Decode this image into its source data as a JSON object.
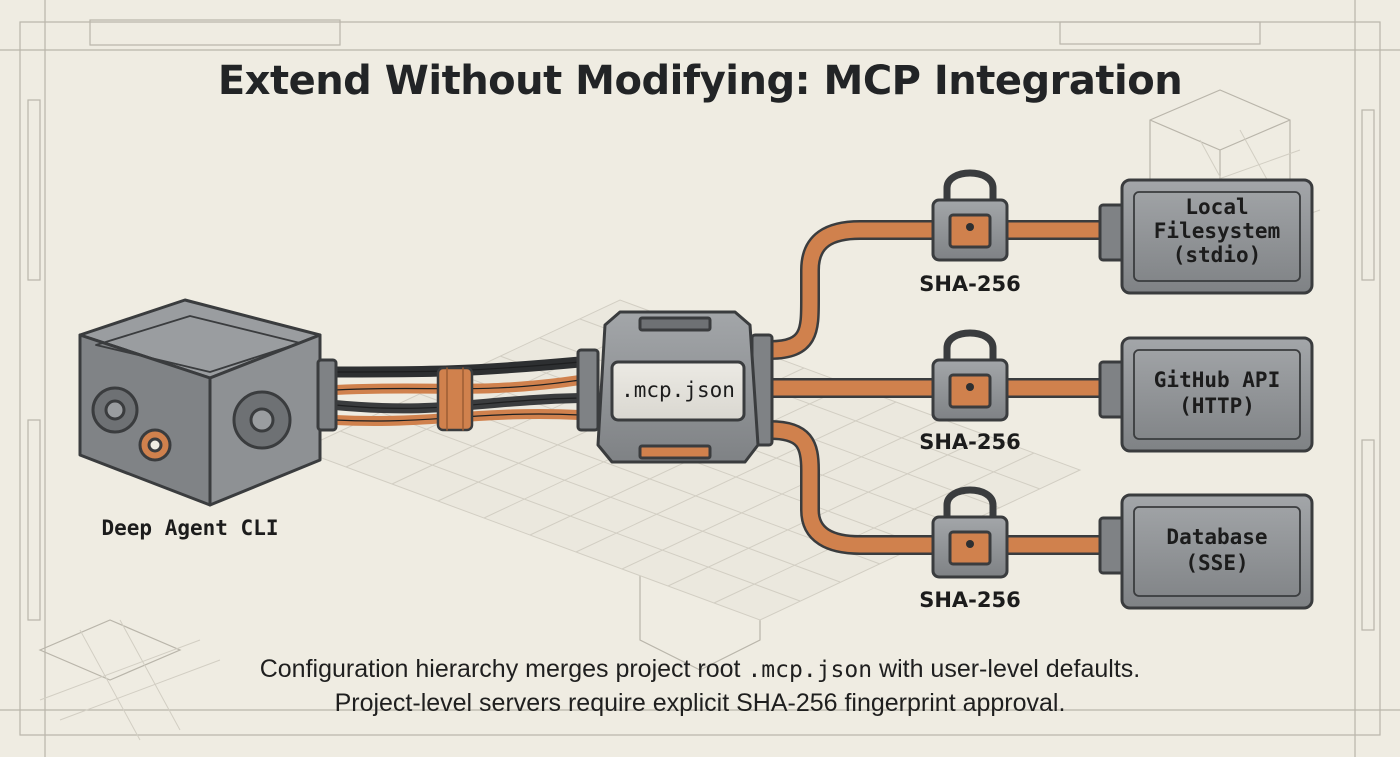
{
  "title": "Extend Without Modifying: MCP Integration",
  "agent": {
    "label": "Deep Agent CLI"
  },
  "hub": {
    "label": ".mcp.json"
  },
  "servers": [
    {
      "line1": "Local",
      "line2": "Filesystem",
      "line3": "(stdio)",
      "lock_label": "SHA-256"
    },
    {
      "line1": "GitHub API",
      "line2": "(HTTP)",
      "lock_label": "SHA-256"
    },
    {
      "line1": "Database",
      "line2": "(SSE)",
      "lock_label": "SHA-256"
    }
  ],
  "caption": {
    "line1_before": "Configuration hierarchy merges project root ",
    "line1_code": ".mcp.json",
    "line1_after": " with user-level defaults.",
    "line2": "Project-level servers require explicit SHA-256 fingerprint approval."
  },
  "colors": {
    "background": "#efece2",
    "cable": "#d0814d",
    "metal": "#8a8d90",
    "outline": "#3a3c3e"
  }
}
